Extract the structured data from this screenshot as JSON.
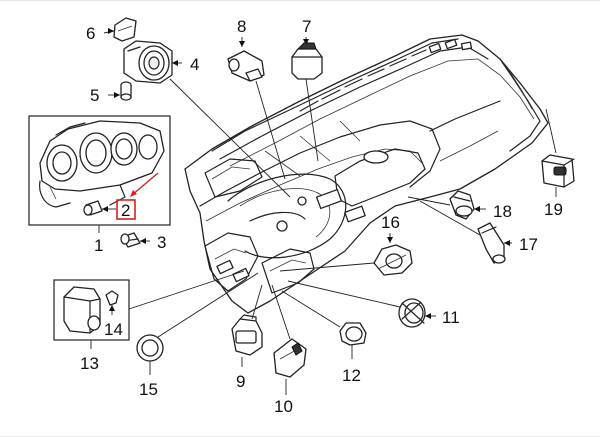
{
  "callouts": {
    "c1": "1",
    "c2": "2",
    "c3": "3",
    "c4": "4",
    "c5": "5",
    "c6": "6",
    "c7": "7",
    "c8": "8",
    "c9": "9",
    "c10": "10",
    "c11": "11",
    "c12": "12",
    "c13": "13",
    "c14": "14",
    "c15": "15",
    "c16": "16",
    "c17": "17",
    "c18": "18",
    "c19": "19"
  },
  "colors": {
    "line": "#222222",
    "highlight": "#d62020",
    "background": "#ffffff"
  },
  "highlighted_callout": "2"
}
